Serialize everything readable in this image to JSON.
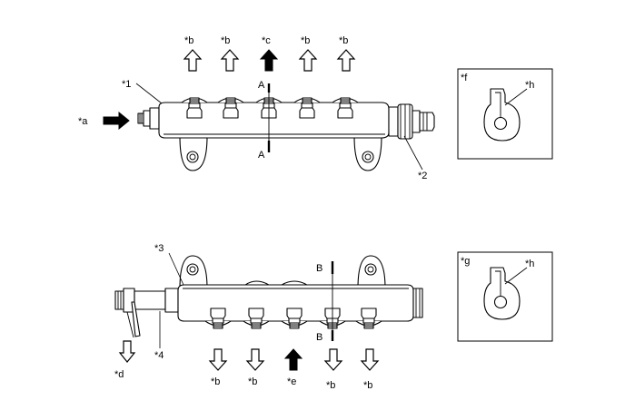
{
  "labels": {
    "a": "*a",
    "b": "*b",
    "c": "*c",
    "d": "*d",
    "e": "*e",
    "f": "*f",
    "g": "*g",
    "h": "*h",
    "p1": "*1",
    "p2": "*2",
    "p3": "*3",
    "p4": "*4",
    "A": "A",
    "B": "B"
  }
}
